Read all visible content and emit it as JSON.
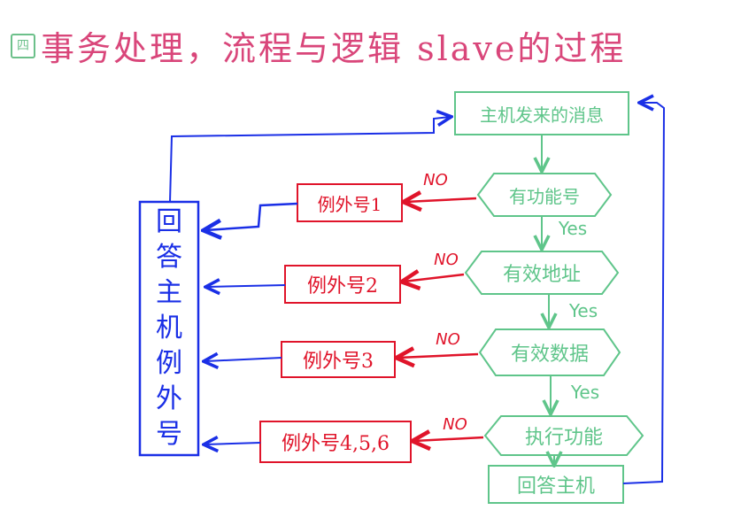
{
  "header": {
    "number_glyph": "四",
    "title": "事务处理，流程与逻辑 slave的过程"
  },
  "flow": {
    "start": "主机发来的消息",
    "check1": "有功能号",
    "check2": "有效地址",
    "check3": "有效数据",
    "exec": "执行功能",
    "reply": "回答主机"
  },
  "exceptions": {
    "e1": "例外号1",
    "e2": "例外号2",
    "e3": "例外号3",
    "e4": "例外号4,5,6"
  },
  "reply_exception": {
    "chars": [
      "回",
      "答",
      "主",
      "机",
      "例",
      "外",
      "号"
    ]
  },
  "edges": {
    "no": "NO",
    "yes": "Yes"
  },
  "colors": {
    "green": "#5fc58a",
    "red": "#e0142a",
    "blue": "#1a2fe6",
    "pink": "#d9467a"
  }
}
